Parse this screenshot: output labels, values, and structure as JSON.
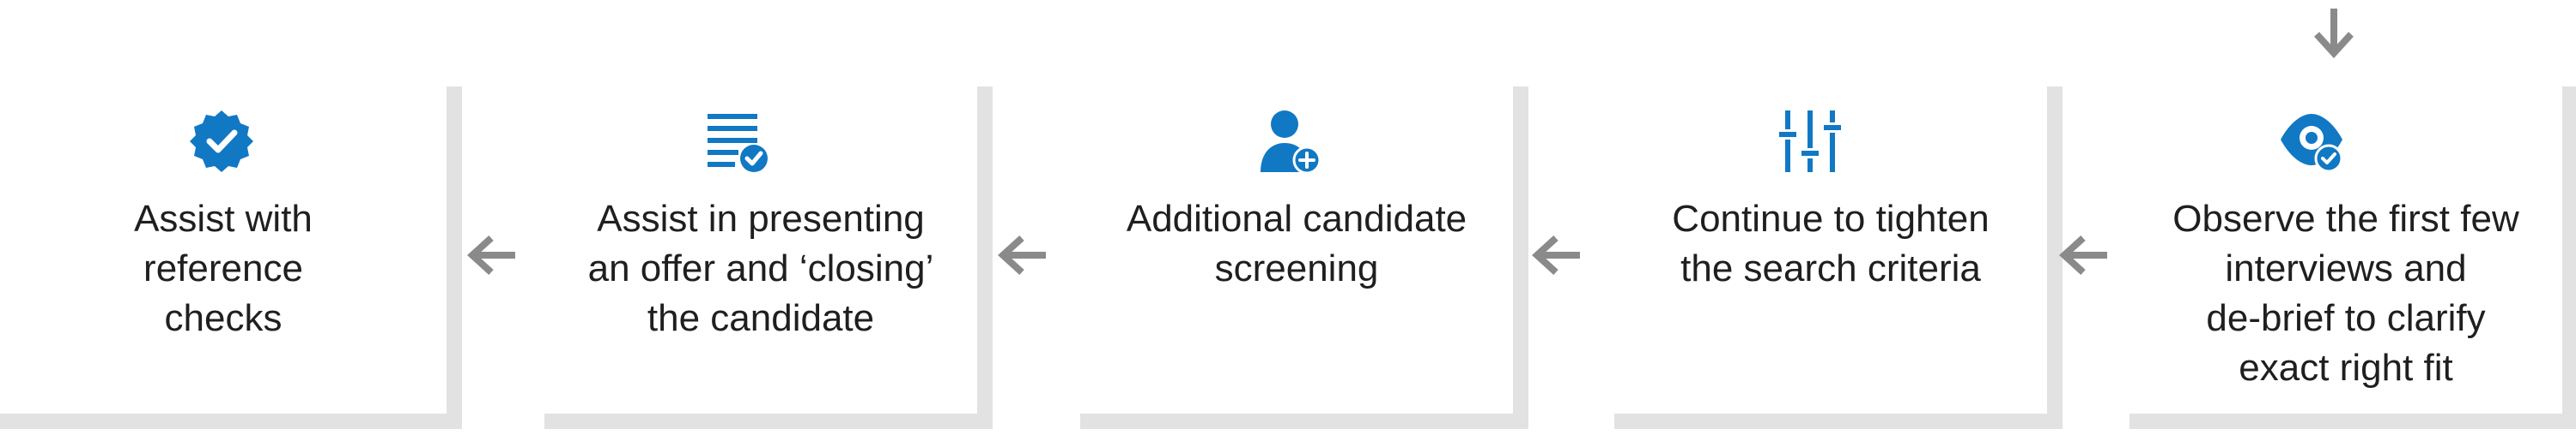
{
  "colors": {
    "accent": "#1178c4",
    "arrow": "#8a8a8a",
    "border": "#e2e2e2",
    "text": "#1f1f1f"
  },
  "steps": [
    {
      "icon": "verified-badge-icon",
      "text": "Assist with\nreference\nchecks"
    },
    {
      "icon": "document-check-icon",
      "text": "Assist in presenting\nan offer and ‘closing’\nthe candidate"
    },
    {
      "icon": "add-user-icon",
      "text": "Additional candidate\nscreening"
    },
    {
      "icon": "sliders-icon",
      "text": "Continue to tighten\nthe search criteria"
    },
    {
      "icon": "eye-check-icon",
      "text": "Observe the  first few\ninterviews and\nde-brief to clarify\nexact right fit"
    }
  ],
  "connectors": {
    "entry_arrow": "arrow-down-icon",
    "between_arrow": "arrow-left-icon"
  }
}
